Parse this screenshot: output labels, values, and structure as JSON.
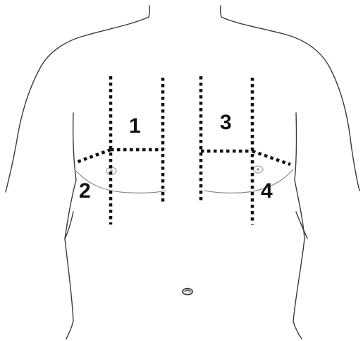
{
  "zones": [
    {
      "id": 1,
      "label": "1"
    },
    {
      "id": 2,
      "label": "2"
    },
    {
      "id": 3,
      "label": "3"
    },
    {
      "id": 4,
      "label": "4"
    }
  ],
  "colors": {
    "outline": "#3a3a3a",
    "zone_lines": "#111111",
    "labels": "#111111",
    "background": "#ffffff"
  }
}
